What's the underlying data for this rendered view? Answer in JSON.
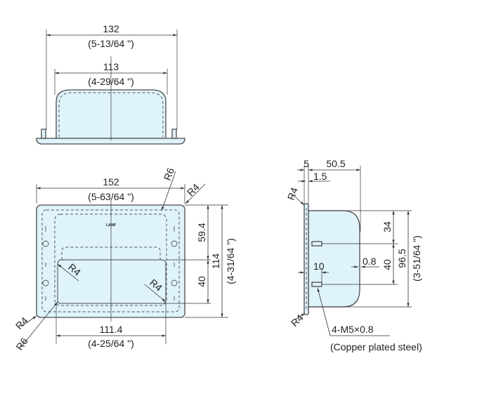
{
  "colors": {
    "part_fill": "#dff3fb",
    "line": "#4a4a4a"
  },
  "top_view": {
    "overall_width": "132",
    "overall_width_in": "(5-13/64 \")",
    "body_width": "113",
    "body_width_in": "(4-29/64 \")"
  },
  "front_view": {
    "width": "152",
    "width_in": "(5-63/64 \")",
    "height": "114",
    "height_in": "(4-31/64 \")",
    "upper_height": "59.4",
    "lower_height": "40",
    "recess_width": "111.4",
    "recess_width_in": "(4-25/64 \")",
    "radius_r6_top": "R6",
    "radius_r4_top": "R4",
    "radius_r4_left": "R4",
    "radius_r4_right": "R4",
    "radius_r4_bottom": "R4",
    "radius_r6_bottom": "R6",
    "logo": "LAMP"
  },
  "side_view": {
    "flange": "5",
    "depth": "50.5",
    "thickness": "1.5",
    "radius_top": "R4",
    "radius_bottom": "R4",
    "hole_offset": "34",
    "hole_pitch": "40",
    "height": "96.5",
    "height_in": "(3-51/64 \")",
    "wall": "0.8",
    "stud_length": "10",
    "stud_spec": "4-M5×0.8",
    "stud_material": "(Copper plated steel)"
  }
}
